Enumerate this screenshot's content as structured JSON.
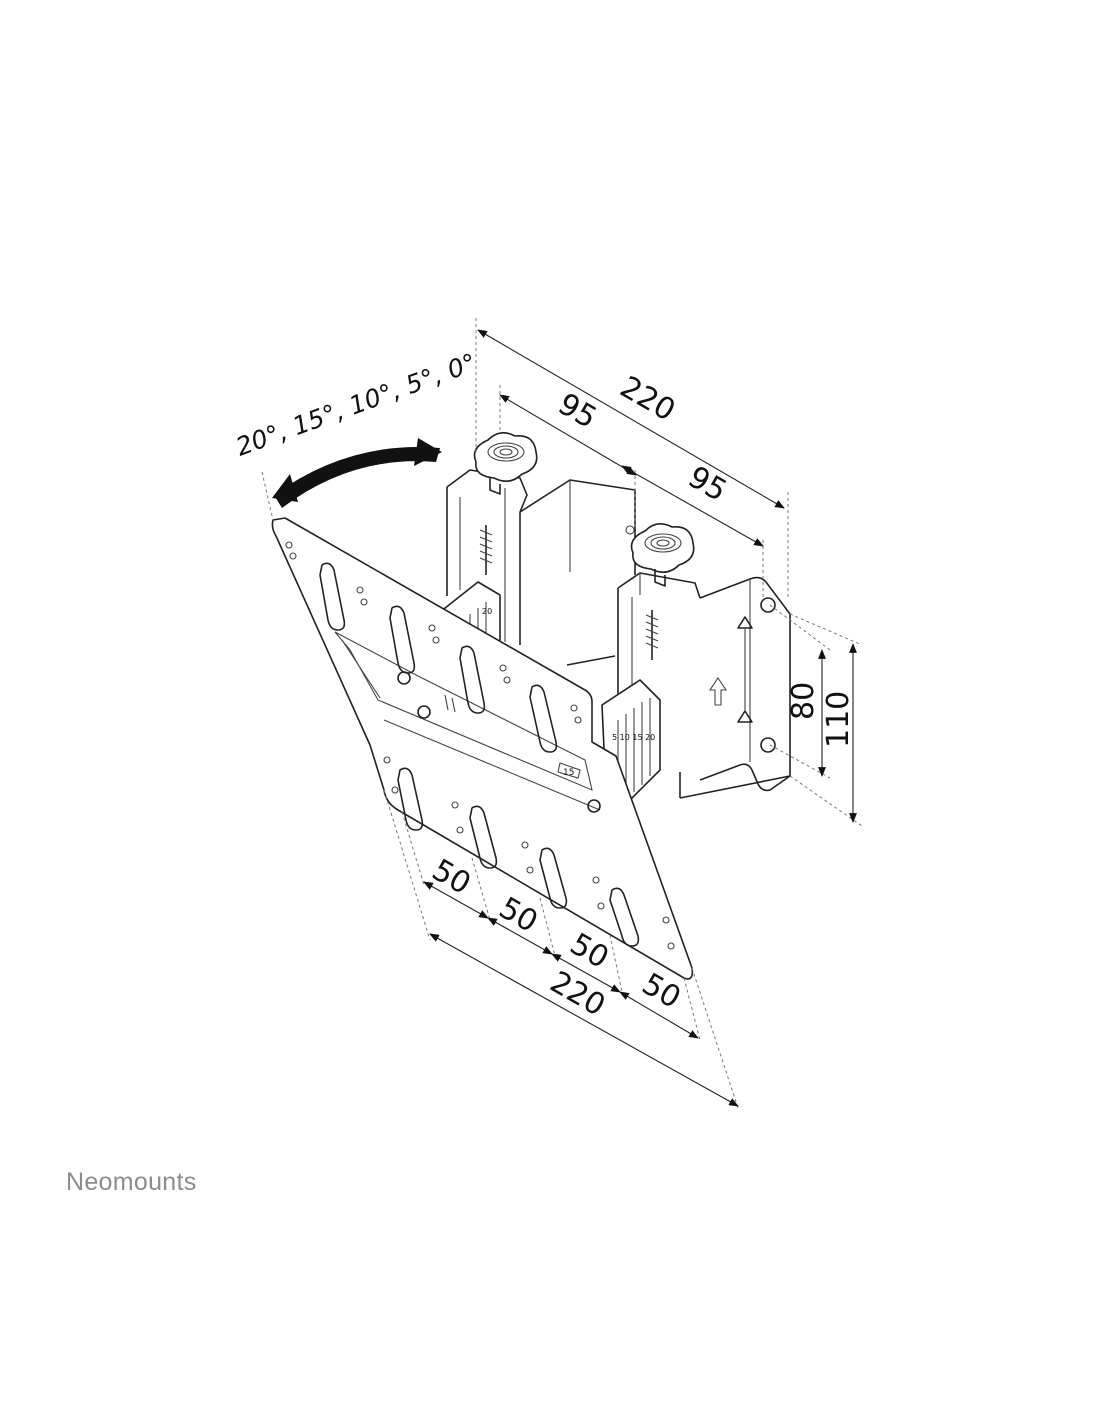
{
  "diagram": {
    "tilt_angles_label": "20°, 15°, 10°, 5°, 0°",
    "dimensions": {
      "top_total": "220",
      "top_left_spacing": "95",
      "top_right_spacing": "95",
      "side_hole_spacing": "80",
      "side_height": "110",
      "plate_spacing_1": "50",
      "plate_spacing_2": "50",
      "plate_spacing_3": "50",
      "plate_spacing_4": "50",
      "plate_total": "220"
    },
    "scale_left": "20",
    "scale_right": "5 10 15 20",
    "scale_plate": "15"
  },
  "brand": {
    "name": "Neomounts",
    "color": "#8c8c8c"
  }
}
